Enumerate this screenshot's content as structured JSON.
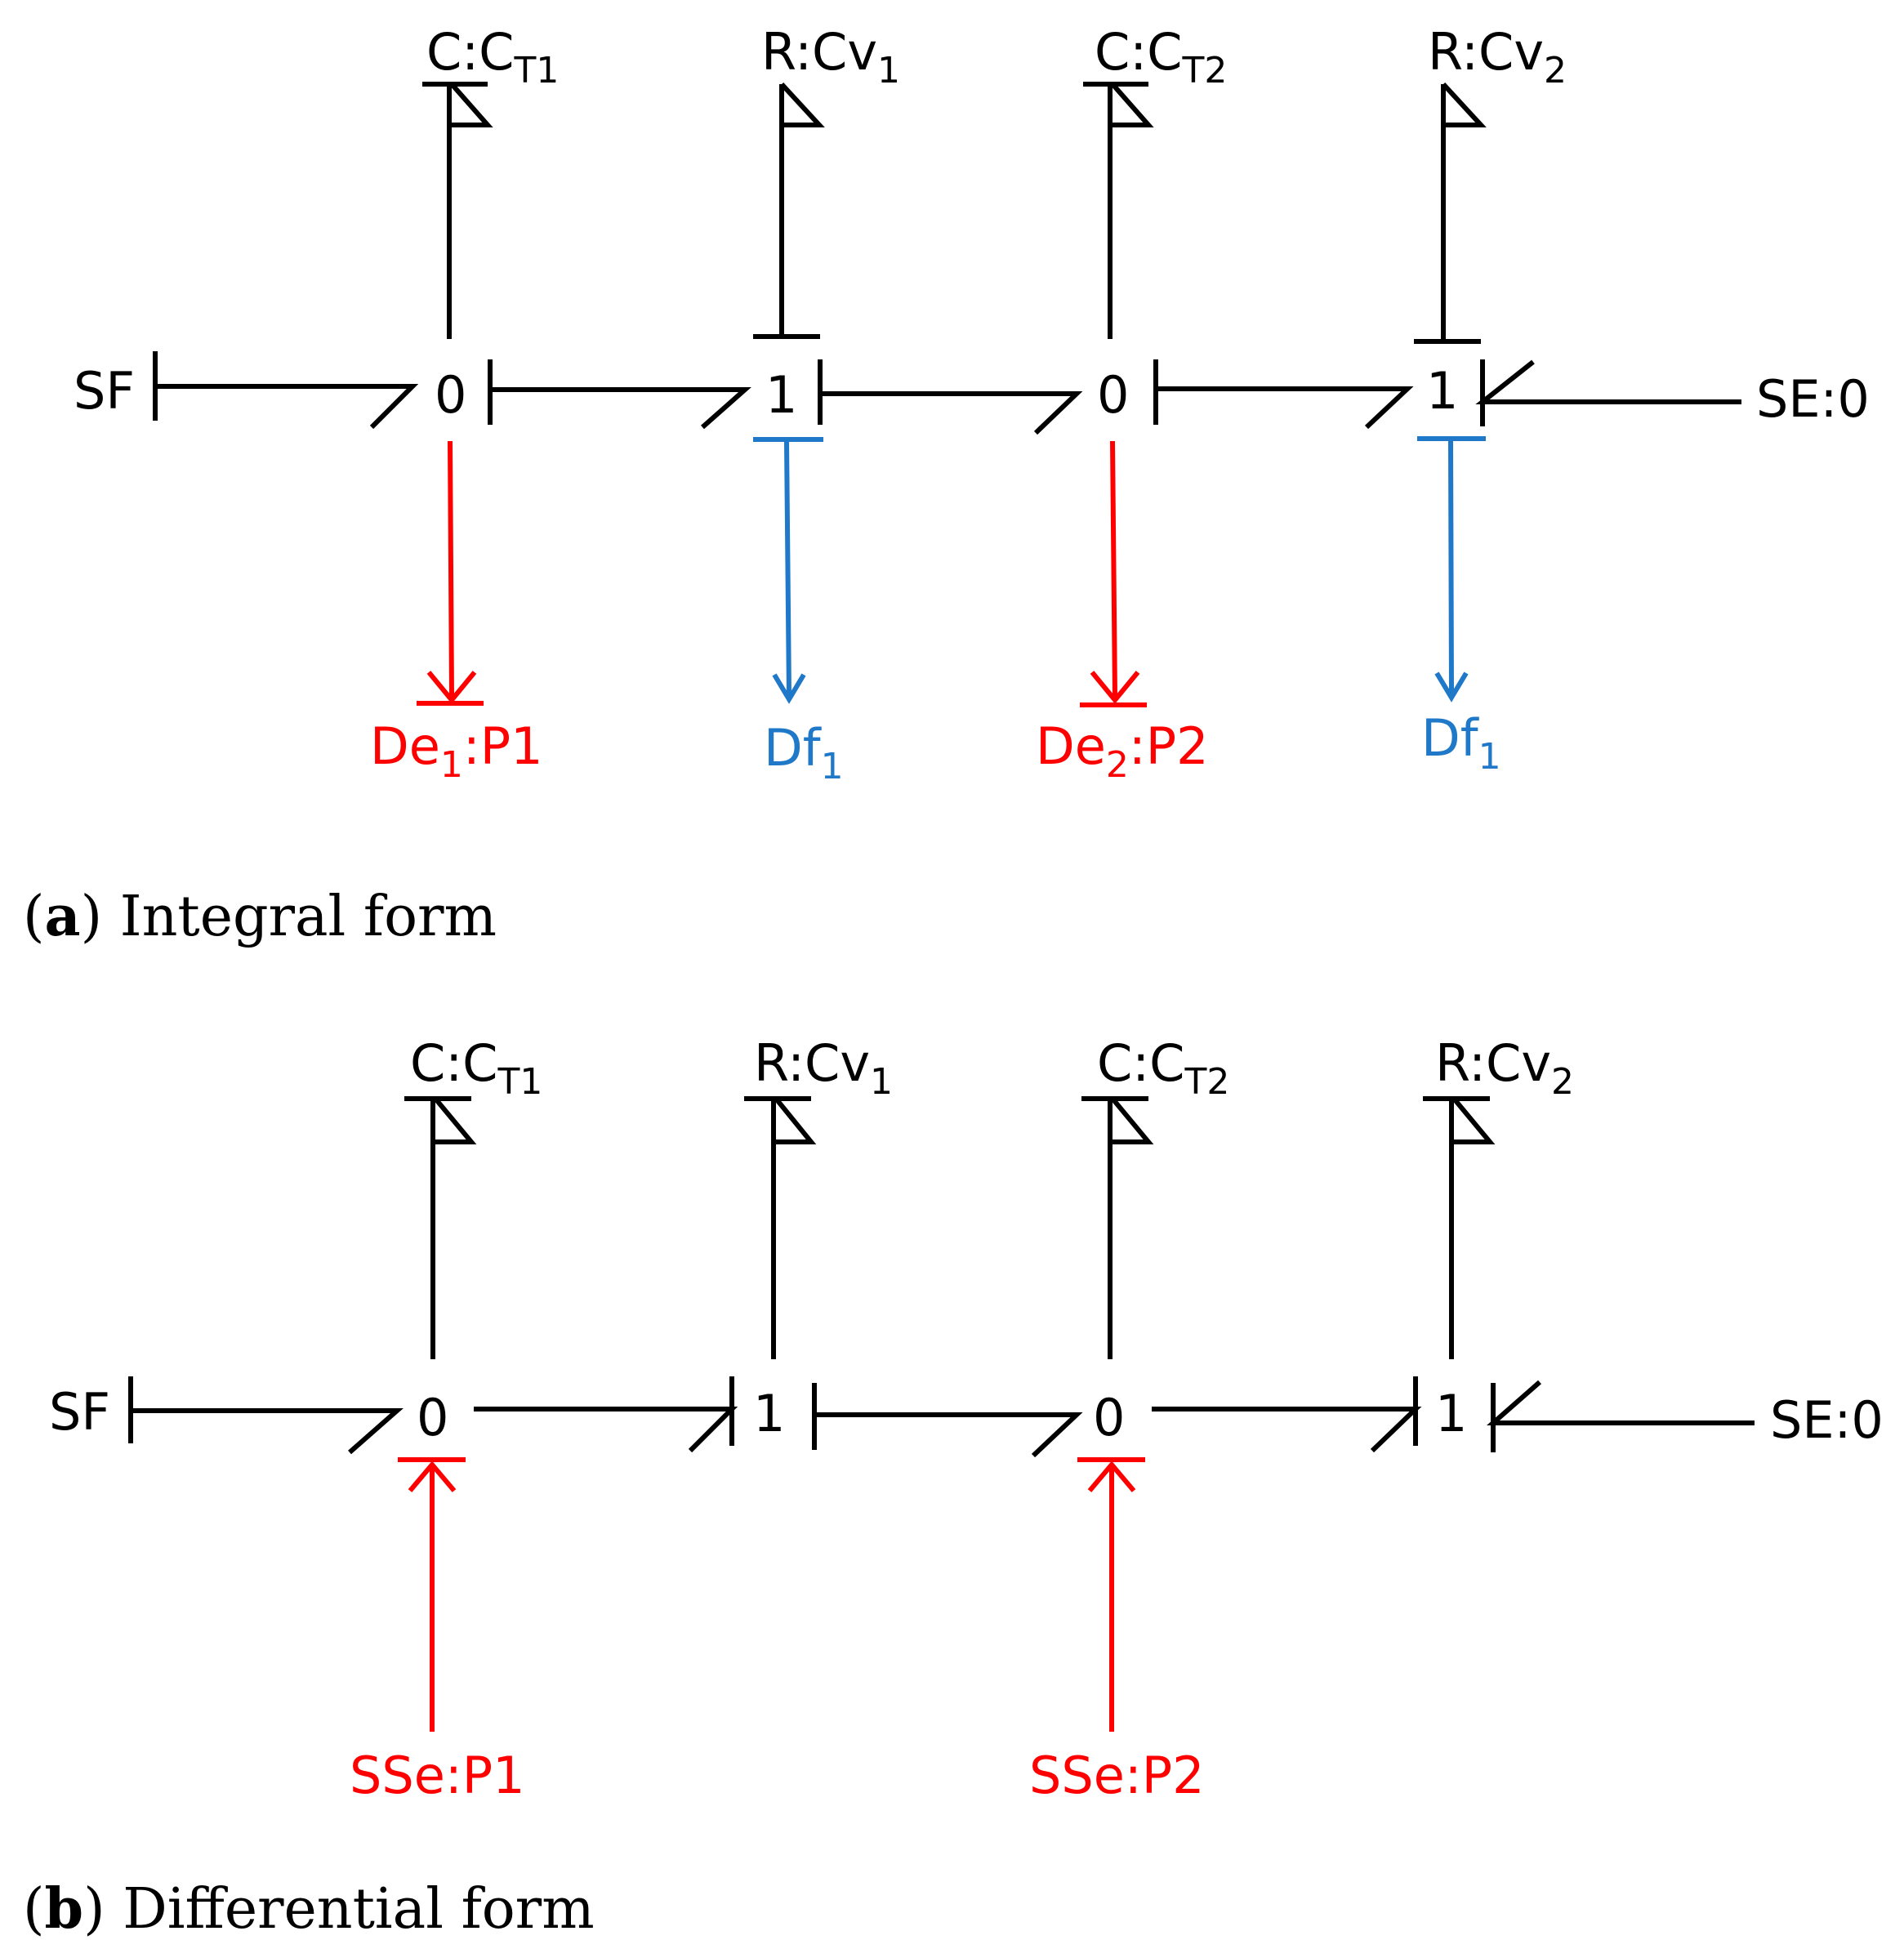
{
  "colors": {
    "black": "#000000",
    "red": "#ff0000",
    "blue": "#1f78c8"
  },
  "panel_a": {
    "caption_letter": "a",
    "caption_text": "Integral form",
    "sf": "SF",
    "se": "SE:0",
    "junctions": [
      "0",
      "1",
      "0",
      "1"
    ],
    "top": [
      {
        "main": "C:C",
        "sub": "T1"
      },
      {
        "main": "R:Cv",
        "sub": "1"
      },
      {
        "main": "C:C",
        "sub": "T2"
      },
      {
        "main": "R:Cv",
        "sub": "2"
      }
    ],
    "bottom": [
      {
        "a": "De",
        "sub": "1",
        "b": ":P1",
        "color": "red"
      },
      {
        "a": "Df",
        "sub": "1",
        "b": "",
        "color": "blue"
      },
      {
        "a": "De",
        "sub": "2",
        "b": ":P2",
        "color": "red"
      },
      {
        "a": "Df",
        "sub": "1",
        "b": "",
        "color": "blue"
      }
    ]
  },
  "panel_b": {
    "caption_letter": "b",
    "caption_text": "Differential form",
    "sf": "SF",
    "se": "SE:0",
    "junctions": [
      "0",
      "1",
      "0",
      "1"
    ],
    "top": [
      {
        "main": "C:C",
        "sub": "T1"
      },
      {
        "main": "R:Cv",
        "sub": "1"
      },
      {
        "main": "C:C",
        "sub": "T2"
      },
      {
        "main": "R:Cv",
        "sub": "2"
      }
    ],
    "sources": [
      "SSe:P1",
      "SSe:P2"
    ]
  }
}
